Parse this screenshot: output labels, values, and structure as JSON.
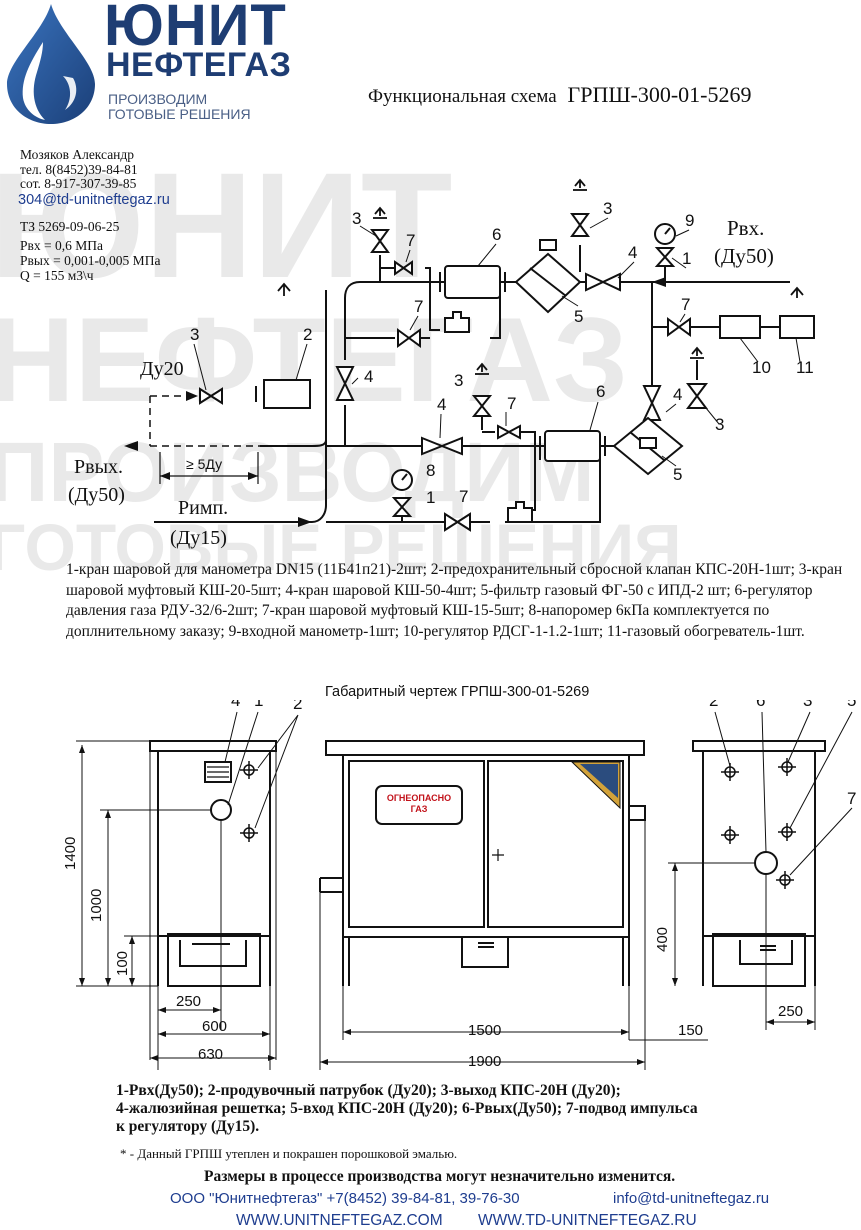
{
  "logo": {
    "brand_line1": "ЮНИТ",
    "brand_line2": "НЕФТЕГАЗ",
    "tagline_line1": "ПРОИЗВОДИМ",
    "tagline_line2": "ГОТОВЫЕ РЕШЕНИЯ",
    "brand_color": "#1e3d73"
  },
  "header": {
    "title": "Функциональная схема",
    "model": "ГРПШ-300-01-5269"
  },
  "contact": {
    "name": "Мозяков Александр",
    "phone": "тел. 8(8452)39-84-81",
    "mobile": "сот. 8-917-307-39-85",
    "email": "304@td-unitneftegaz.ru"
  },
  "specs": {
    "tu": "ТЗ 5269-09-06-25",
    "p_in": "Pвх = 0,6 МПа",
    "p_out": "Pвых = 0,001-0,005 МПа",
    "q": "Q = 155 м3\\ч"
  },
  "watermark": [
    "ЮНИТ",
    "НЕФТЕГАЗ",
    "ПРОИЗВОДИМ",
    "ГОТОВЫЕ РЕШЕНИЯ"
  ],
  "schema": {
    "labels": {
      "p_in_a": "Pвх.",
      "p_in_b": "(Ду50)",
      "du20": "Ду20",
      "p_out_a": "Pвых.",
      "p_out_b": "(Ду50)",
      "p_imp_a": "Pимп.",
      "p_imp_b": "(Ду15)",
      "dist": "≥ 5Ду"
    },
    "numbers": [
      "1",
      "2",
      "3",
      "4",
      "5",
      "6",
      "7",
      "8",
      "9",
      "10",
      "11"
    ]
  },
  "legend": {
    "text": "1-кран шаровой для манометра DN15 (11Б41п21)-2шт; 2-предохранительный сбросной клапан КПС-20Н-1шт; 3-кран шаровой муфтовый КШ-20-5шт; 4-кран шаровой КШ-50-4шт; 5-фильтр газовый ФГ-50 с ИПД-2 шт; 6-регулятор давления газа РДУ-32/6-2шт; 7-кран шаровой муфтовый КШ-15-5шт; 8-напоромер 6кПа комплектуется по доплнительному заказу; 9-входной манометр-1шт; 10-регулятор РДСГ-1-1.2-1шт; 11-газовый обогреватель-1шт."
  },
  "dimensional": {
    "title": "Габаритный чертеж ГРПШ-300-01-5269",
    "sign_line1": "ОГНЕОПАСНО",
    "sign_line2": "ГАЗ",
    "dims": {
      "h1400": "1400",
      "h1000": "1000",
      "h100": "100",
      "w250a": "250",
      "w600": "600",
      "w630": "630",
      "w1500": "1500",
      "w1900": "1900",
      "w150": "150",
      "h400": "400",
      "w250b": "250"
    }
  },
  "notes": {
    "line1": "1-Pвх(Ду50); 2-продувочный патрубок (Ду20); 3-выход КПС-20Н (Ду20);",
    "line2": "4-жалюзийная решетка; 5-вход КПС-20Н (Ду20); 6-Pвых(Ду50); 7-подвод импульса",
    "line3": "к регулятору (Ду15).",
    "footnote": "* - Данный ГРПШ утеплен и покрашен порошковой эмалью.",
    "warning": "Размеры в процессе производства могут незначительно изменится."
  },
  "footer": {
    "company": "ООО \"Юнитнефтегаз\" +7(8452) 39-84-81, 39-76-30",
    "email": "info@td-unitneftegaz.ru",
    "site1": "WWW.UNITNEFTEGAZ.COM",
    "site2": "WWW.TD-UNITNEFTEGAZ.RU"
  }
}
